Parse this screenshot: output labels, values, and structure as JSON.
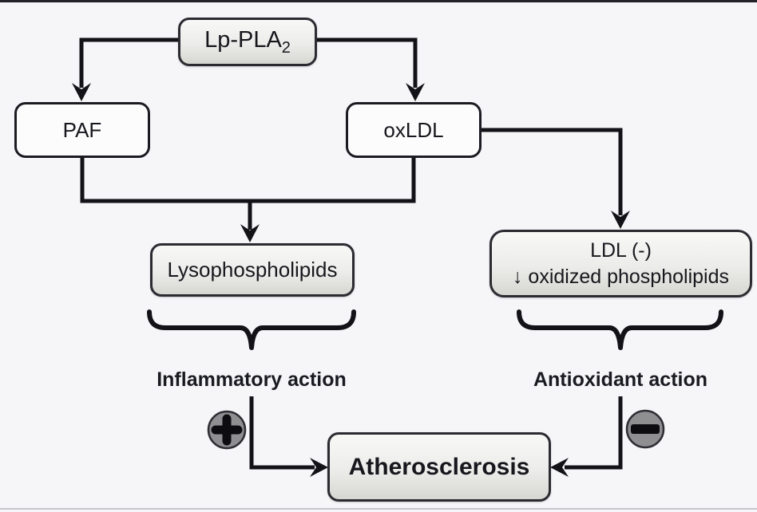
{
  "diagram": {
    "nodes": {
      "lp_pla2": {
        "text": "Lp-PLA",
        "subscript": "2"
      },
      "paf": {
        "text": "PAF"
      },
      "oxldl": {
        "text": "oxLDL"
      },
      "lysophospholipids": {
        "text": "Lysophospholipids"
      },
      "ldl_minus": {
        "line1": "LDL (-)",
        "line2": "↓ oxidized phospholipids"
      },
      "atherosclerosis": {
        "text": "Atherosclerosis"
      }
    },
    "labels": {
      "inflammatory_action": "Inflammatory action",
      "antioxidant_action": "Antioxidant action"
    },
    "icons": {
      "positive_effect": "plus-icon",
      "negative_effect": "minus-icon"
    },
    "colors": {
      "background": "#f6f6f8",
      "connector_line": "#121217",
      "box_border": "#26262c",
      "box_fill_white": "#fcfcfd",
      "box_fill_gradient_top": "#f8f8f7",
      "box_fill_gradient_bottom": "#d7d7d2",
      "badge_fill": "#8f8f92",
      "badge_symbol": "#0d0d11",
      "text": "#17171d"
    }
  }
}
